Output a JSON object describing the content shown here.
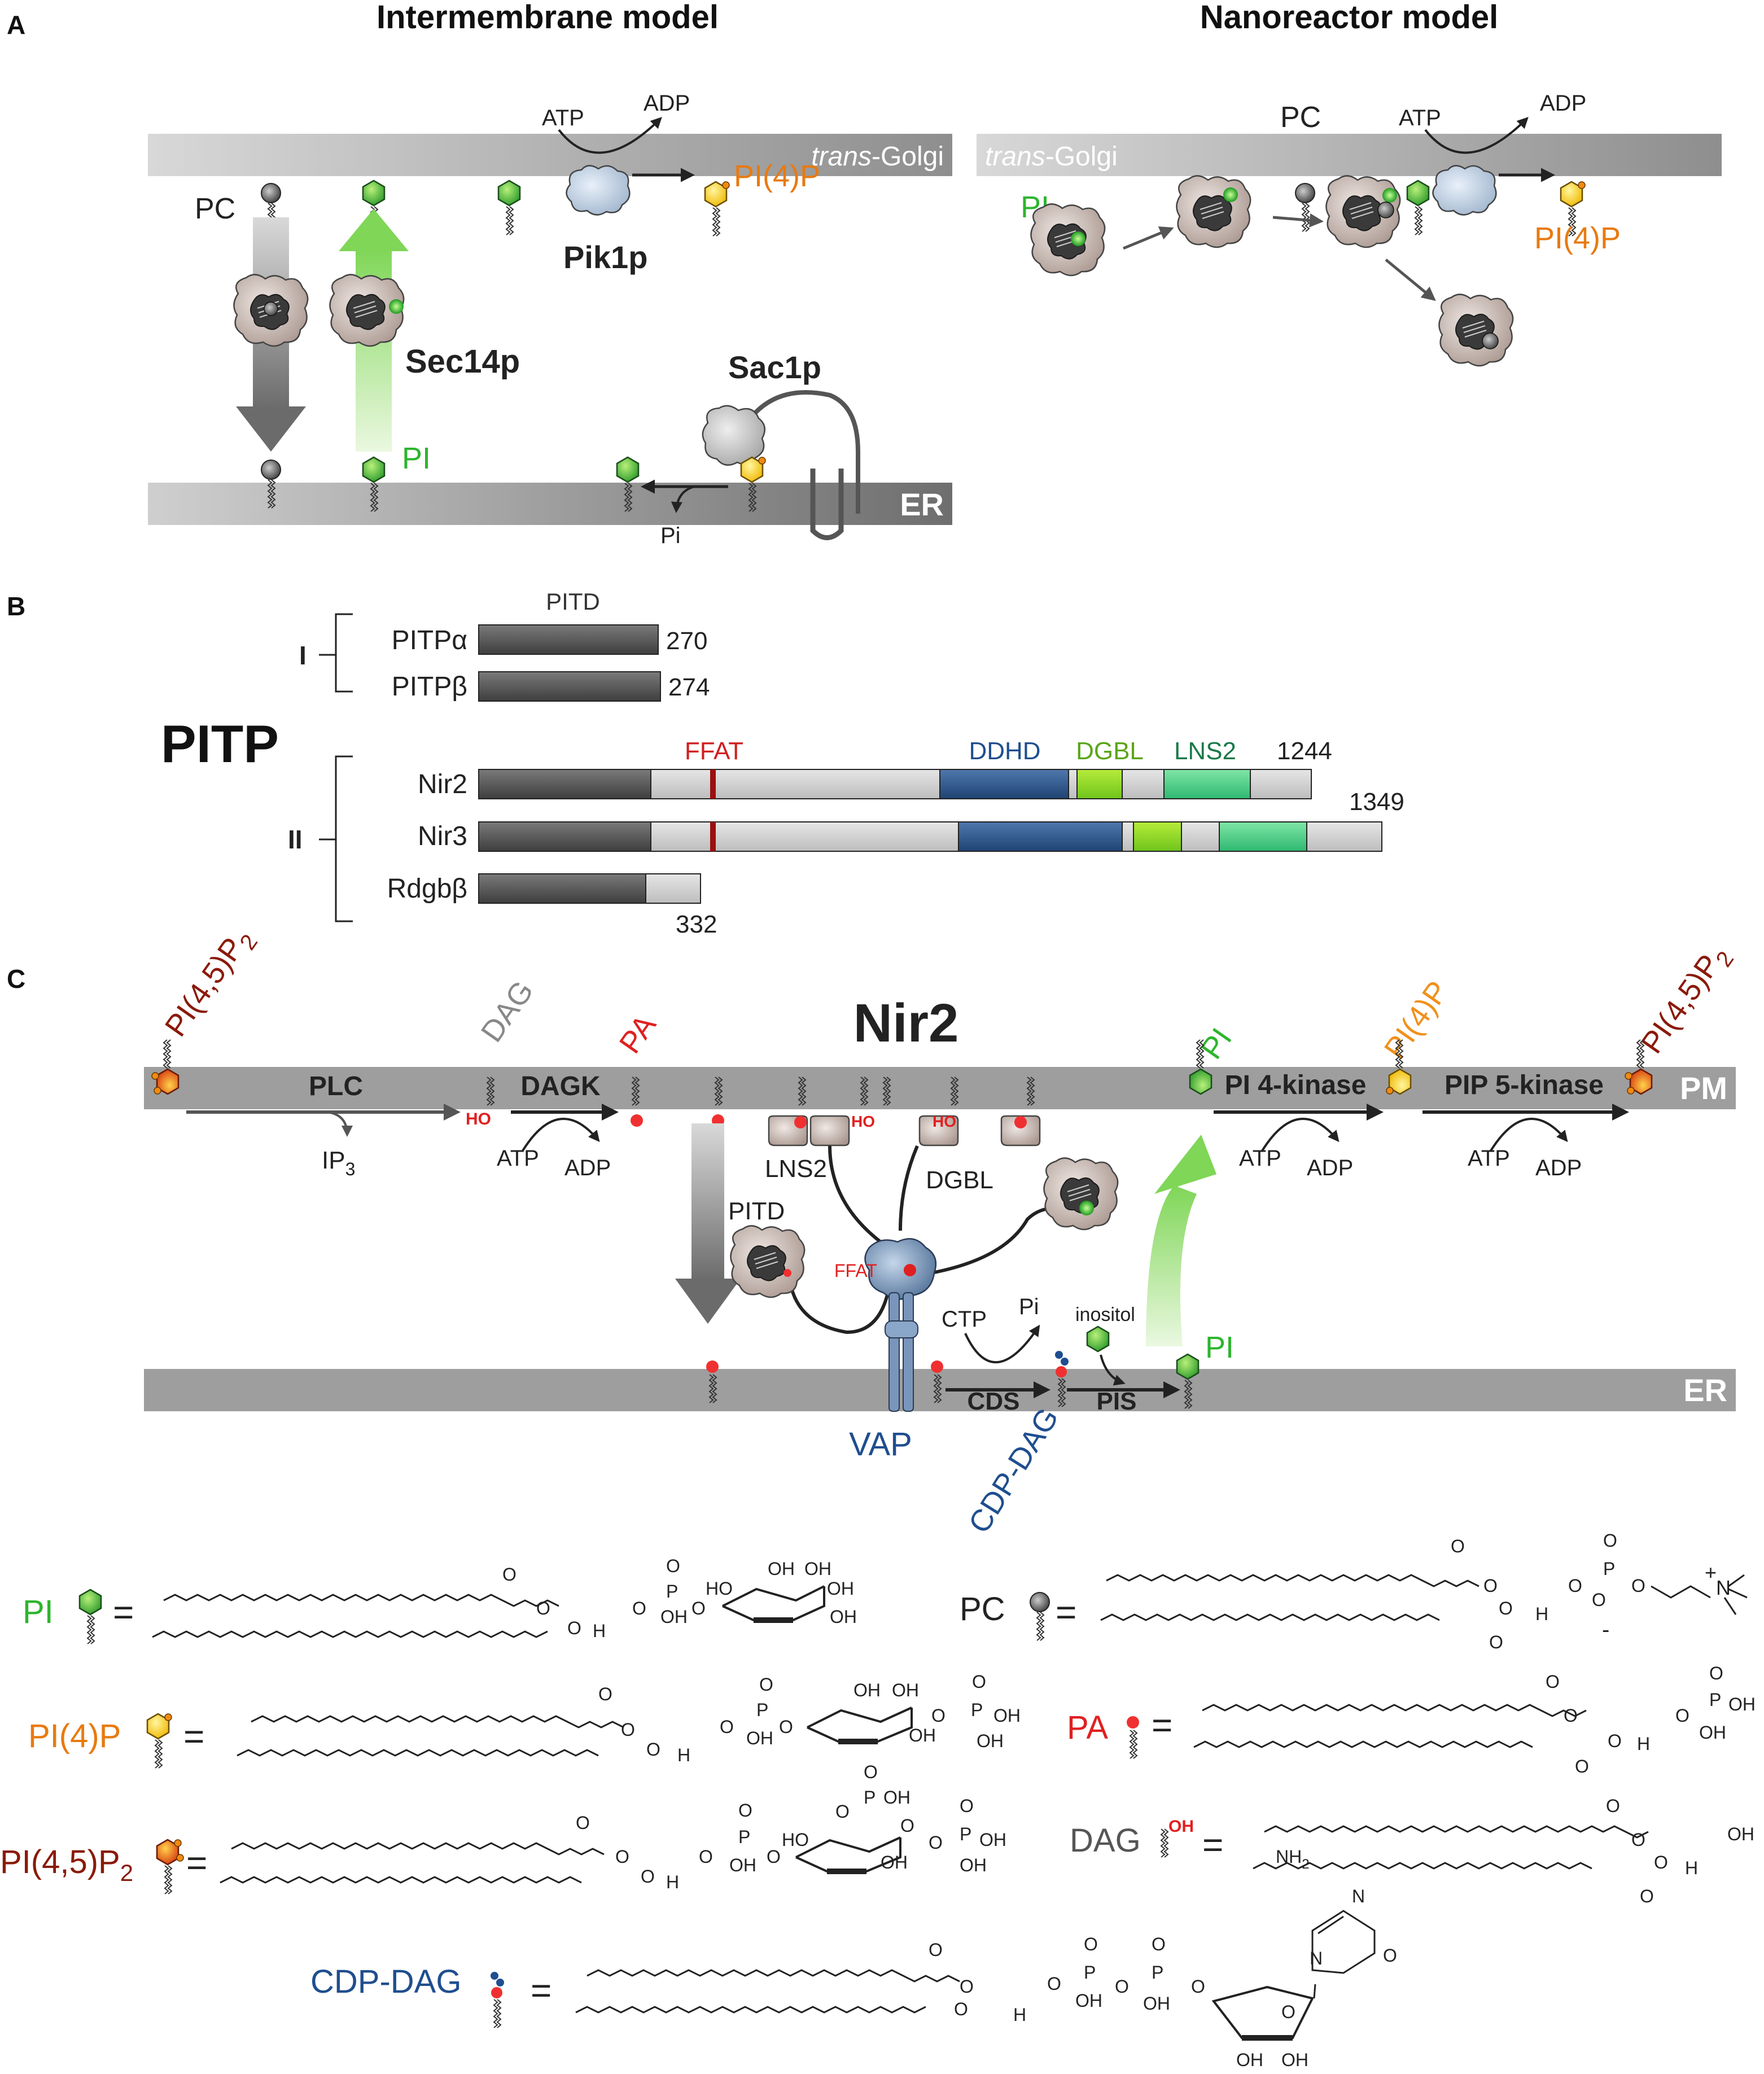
{
  "colors": {
    "green": "#2db52d",
    "orange": "#e87a10",
    "darkred": "#8a1a0a",
    "red": "#e02020",
    "blue": "#1f4e8f",
    "gray": "#555555",
    "darkgreen": "#1a7a4a",
    "olive": "#5aa51a",
    "membrane": "#9e9e9e"
  },
  "panel_a": {
    "label": "A",
    "left_title": "Intermembrane model",
    "right_title": "Nanoreactor model",
    "golgi_prefix": "trans",
    "golgi_suffix": "-Golgi",
    "er": "ER",
    "pc": "PC",
    "pi": "PI",
    "atp": "ATP",
    "adp": "ADP",
    "pi4p": "PI(4)P",
    "pik1p": "Pik1p",
    "sec14p": "Sec14p",
    "sac1p": "Sac1p",
    "pi_phosphate": "Pi"
  },
  "panel_b": {
    "label": "B",
    "pitp": "PITP",
    "pitd": "PITD",
    "class_1": "I",
    "class_2": "II",
    "proteins": [
      {
        "name": "PITPα",
        "length": "270"
      },
      {
        "name": "PITPβ",
        "length": "274"
      },
      {
        "name": "Nir2",
        "length": "1244"
      },
      {
        "name": "Nir3",
        "length": "1349"
      },
      {
        "name": "Rdgbβ",
        "length": "332"
      }
    ],
    "domains": {
      "ffat": "FFAT",
      "ddhd": "DDHD",
      "dgbl": "DGBL",
      "lns2": "LNS2"
    }
  },
  "panel_c": {
    "label": "C",
    "title": "Nir2",
    "pi45p2": "PI(4,5)P",
    "sub2": "2",
    "dag": "DAG",
    "pa": "PA",
    "pi": "PI",
    "pi4p": "PI(4)P",
    "pm": "PM",
    "er": "ER",
    "plc": "PLC",
    "dagk": "DAGK",
    "pi4k": "PI 4-kinase",
    "pip5k": "PIP 5-kinase",
    "ip": "IP",
    "sub3": "3",
    "ho": "HO",
    "atp": "ATP",
    "adp": "ADP",
    "lns2": "LNS2",
    "dgbl": "DGBL",
    "pitd": "PITD",
    "ffat": "FFAT",
    "ctp": "CTP",
    "pi_phosphate": "Pi",
    "inositol": "inositol",
    "cds": "CDS",
    "pis": "PIS",
    "vap": "VAP",
    "cdp_dag": "CDP-DAG"
  },
  "legend": {
    "pi": "PI",
    "pc": "PC",
    "pi4p": "PI(4)P",
    "pa": "PA",
    "pi45p2": "PI(4,5)P",
    "sub2": "2",
    "dag": "DAG",
    "cdp_dag": "CDP-DAG",
    "eq": "=",
    "oh": "OH",
    "ho": "HO",
    "o": "O",
    "p": "P",
    "h": "H",
    "n": "N",
    "nh2": "NH",
    "plus": "+",
    "minus": "-"
  }
}
